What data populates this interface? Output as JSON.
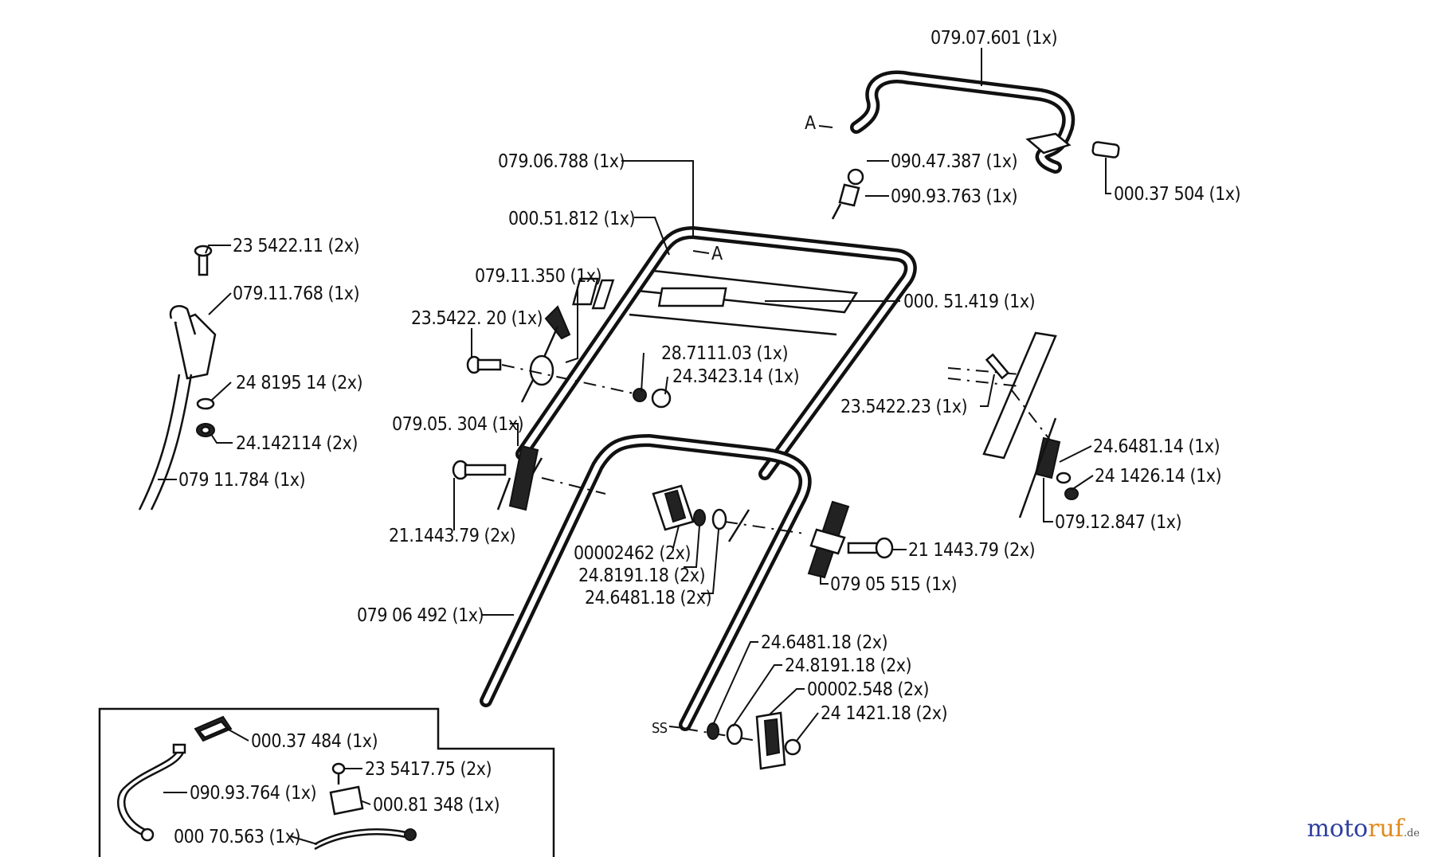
{
  "labels": {
    "p01": "079.07.601 (1x)",
    "p02": "090.47.387 (1x)",
    "p03": "090.93.763 (1x)",
    "p04": "000.37 504 (1x)",
    "p05": "079.06.788 (1x)",
    "p06": "000.51.812 (1x)",
    "p07": "079.11.350 (1x)",
    "p08": "000. 51.419 (1x)",
    "p09": "23.5422. 20 (1x)",
    "p10": "28.7111.03 (1x)",
    "p11": "24.3423.14 (1x)",
    "p12": "23.5422.23 (1x)",
    "p13": "23 5422.11 (2x)",
    "p14": "079.11.768 (1x)",
    "p15": "24 8195 14 (2x)",
    "p16": "24.142114 (2x)",
    "p17": "079 11.784 (1x)",
    "p18": "079.05. 304 (1x)",
    "p19": "21.1443.79 (2x)",
    "p20": "00002462 (2x)",
    "p21": "24.8191.18 (2x)",
    "p22": "24.6481.18 (2x)",
    "p23": "24.6481.14 (1x)",
    "p24": "24 1426.14 (1x)",
    "p25": "079.12.847 (1x)",
    "p26": "21 1443.79 (2x)",
    "p27": "079 05 515 (1x)",
    "p28": "079 06 492 (1x)",
    "p29": "24.6481.18 (2x)",
    "p30": "24.8191.18 (2x)",
    "p31": "00002.548 (2x)",
    "p32": "24 1421.18 (2x)",
    "p33": "000.37 484 (1x)",
    "p34": "23 5417.75 (2x)",
    "p35": "090.93.764 (1x)",
    "p36": "000.81 348 (1x)",
    "p37": "000 70.563 (1x)"
  },
  "markers": {
    "a_top": "A",
    "a_mid": "A",
    "ss": "SS"
  },
  "brand": {
    "part1": "moto",
    "part2": "ruf",
    "part3": ".de"
  },
  "colors": {
    "brand_blue": "#2e3f9e",
    "brand_orange": "#e08a1c"
  }
}
